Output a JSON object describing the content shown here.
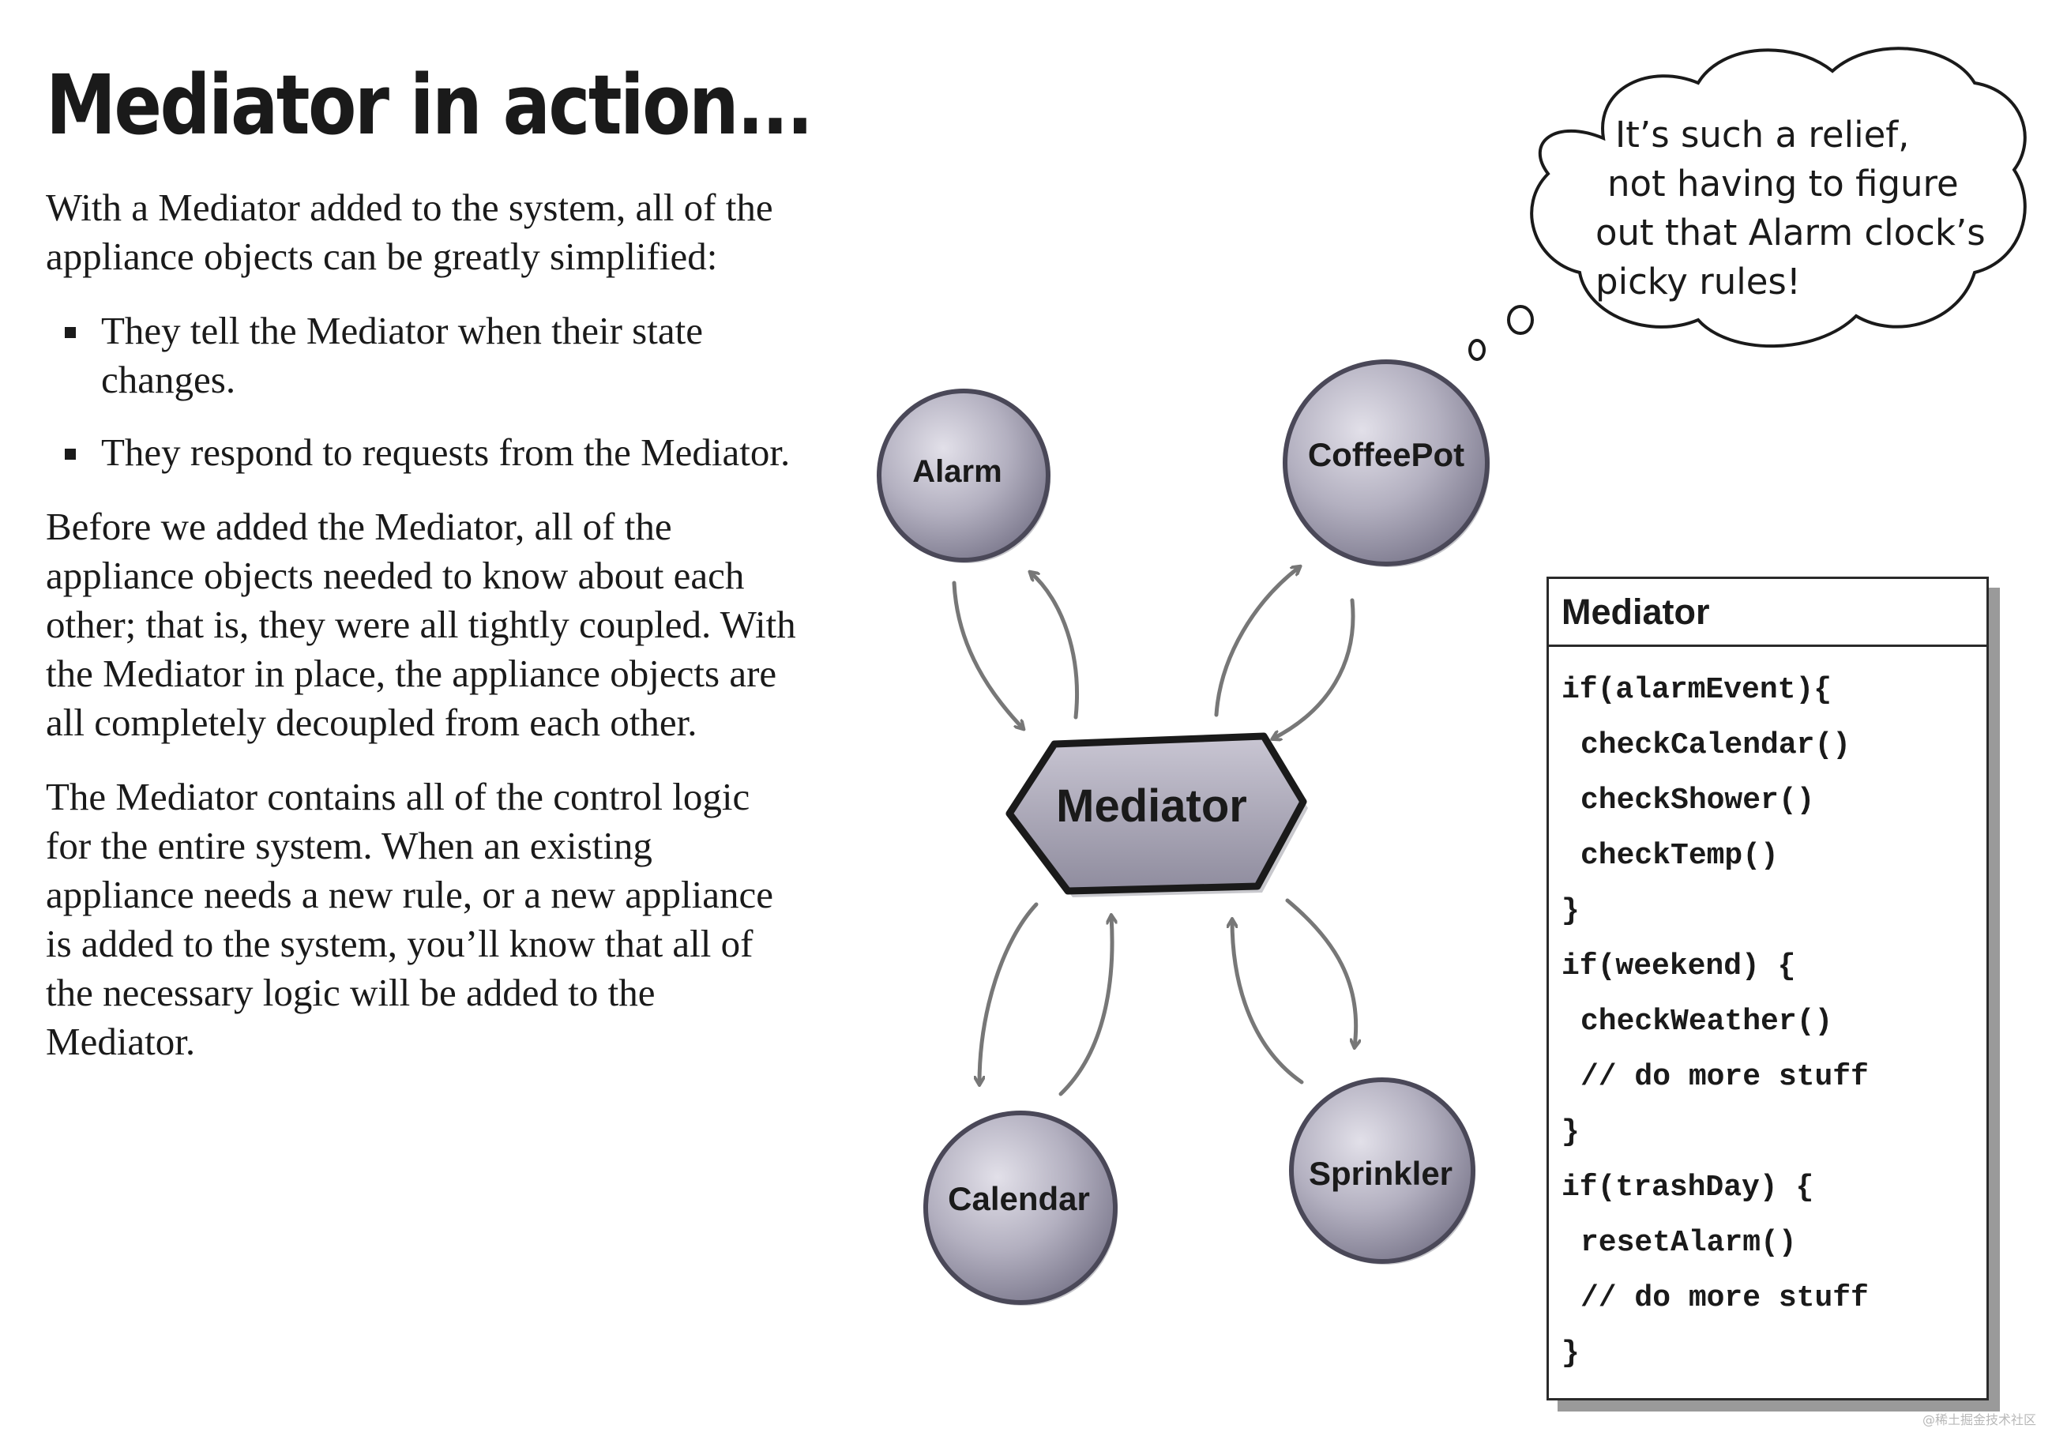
{
  "title": "Mediator in action...",
  "intro": "With a Mediator added to the system, all of the appliance objects can be greatly simplified:",
  "bullets": [
    "They tell the Mediator when their state changes.",
    "They respond to requests from the Mediator."
  ],
  "paragraph_1": "Before we added the Mediator, all of the appliance objects needed to know about each other; that is, they were all tightly coupled. With the Mediator in place, the appliance objects are all completely decoupled from each other.",
  "paragraph_2": "The Mediator contains all of the control logic for the entire system. When an existing appliance needs a new rule, or a new appliance is added to the system, you’ll know that all of the necessary logic will be added to the Mediator.",
  "thought_bubble": [
    "It’s such a relief,",
    "not having to figure",
    "out that Alarm clock’s",
    "picky rules!"
  ],
  "diagram": {
    "center": "Mediator",
    "nodes": {
      "alarm": "Alarm",
      "coffeepot": "CoffeePot",
      "calendar": "Calendar",
      "sprinkler": "Sprinkler"
    }
  },
  "mediator_box": {
    "title": "Mediator",
    "code": [
      {
        "text": "if(alarmEvent){",
        "indent": false
      },
      {
        "text": "checkCalendar()",
        "indent": true
      },
      {
        "text": "checkShower()",
        "indent": true
      },
      {
        "text": "checkTemp()",
        "indent": true
      },
      {
        "text": "}",
        "indent": false
      },
      {
        "text": "if(weekend) {",
        "indent": false
      },
      {
        "text": "checkWeather()",
        "indent": true
      },
      {
        "text": "// do more stuff",
        "indent": true
      },
      {
        "text": "}",
        "indent": false
      },
      {
        "text": "if(trashDay) {",
        "indent": false
      },
      {
        "text": "resetAlarm()",
        "indent": true
      },
      {
        "text": "// do more stuff",
        "indent": true
      },
      {
        "text": "}",
        "indent": false
      }
    ]
  },
  "watermark": "@稀土掘金技术社区",
  "colors": {
    "node_fill": "#9a97a8",
    "node_highlight": "#d6d4de",
    "stroke": "#1a1a1a",
    "arrow": "#777777"
  }
}
